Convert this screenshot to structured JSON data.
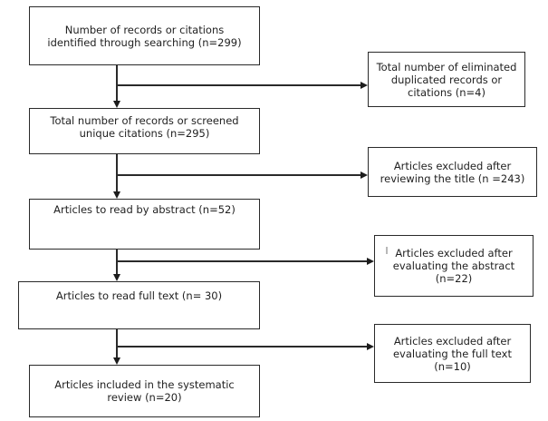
{
  "diagram": {
    "type": "flowchart",
    "subject": "systematic review article selection",
    "colors": {
      "background": "#ffffff",
      "box_border": "#2a2a2a",
      "text": "#1f1f1f",
      "arrow": "#1c1c1c",
      "stray_mark": "#b8b8b8"
    },
    "main_flow": [
      {
        "id": "identified",
        "text": "Number of records or citations\nidentified through searching (n=299)"
      },
      {
        "id": "screened",
        "text": "Total number of records or screened\nunique citations (n=295)"
      },
      {
        "id": "read_abstract",
        "text": "Articles to read by abstract (n=52)"
      },
      {
        "id": "read_fulltext",
        "text": "Articles to read full text (n= 30)"
      },
      {
        "id": "included",
        "text": "Articles included in the systematic\nreview (n=20)"
      }
    ],
    "exclusions": [
      {
        "id": "duplicates_eliminated",
        "text": "Total number of eliminated\nduplicated records or\ncitations (n=4)"
      },
      {
        "id": "excluded_title",
        "text": "Articles excluded after\nreviewing the title (n =243)"
      },
      {
        "id": "excluded_abstract",
        "text": "Articles excluded after\nevaluating the abstract\n(n=22)"
      },
      {
        "id": "excluded_fulltext",
        "text": "Articles excluded after\nevaluating the full text\n(n=10)"
      }
    ]
  }
}
